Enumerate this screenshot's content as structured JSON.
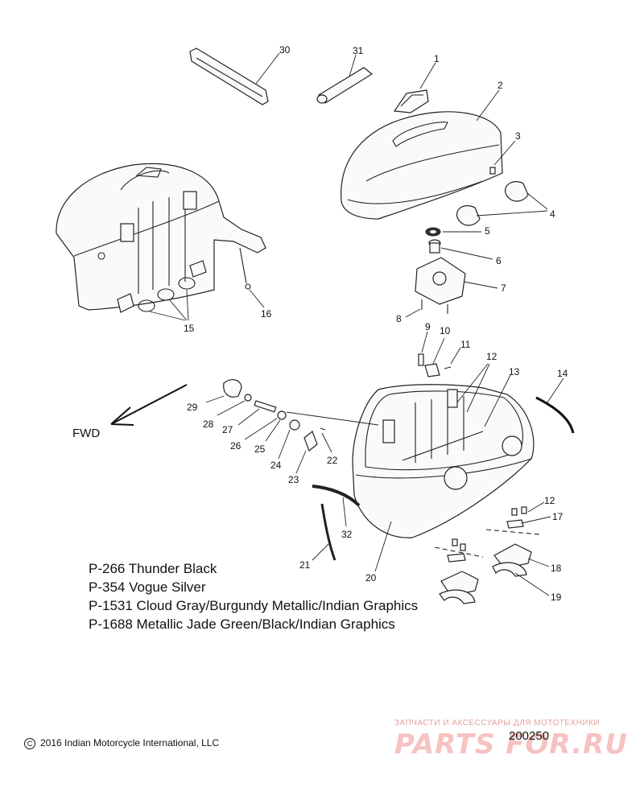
{
  "callouts": [
    "1",
    "2",
    "3",
    "4",
    "5",
    "6",
    "7",
    "8",
    "9",
    "10",
    "11",
    "12",
    "13",
    "14",
    "15",
    "16",
    "17",
    "18",
    "19",
    "20",
    "21",
    "22",
    "23",
    "24",
    "25",
    "26",
    "27",
    "28",
    "29",
    "30",
    "31",
    "32"
  ],
  "fwd_label": "FWD",
  "legend": [
    "P-266  Thunder Black",
    "P-354  Vogue Silver",
    "P-1531 Cloud Gray/Burgundy Metallic/Indian Graphics",
    "P-1688 Metallic Jade Green/Black/Indian Graphics"
  ],
  "copyright": "2016 Indian Motorcycle International, LLC",
  "copyright_symbol": "C",
  "drawing_number": "200250",
  "watermark": {
    "tagline": "ЗАПЧАСТИ И АКСЕССУАРЫ ДЛЯ МОТОТЕХНИКИ",
    "logo": "PARTS FOR.RU"
  }
}
